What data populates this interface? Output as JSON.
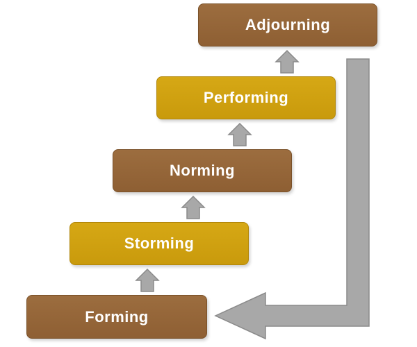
{
  "diagram": {
    "stages": [
      {
        "label": "Forming",
        "color": "#8e5f33"
      },
      {
        "label": "Storming",
        "color": "#c99a0c"
      },
      {
        "label": "Norming",
        "color": "#8e5f33"
      },
      {
        "label": "Performing",
        "color": "#c99a0c"
      },
      {
        "label": "Adjourning",
        "color": "#8e5f33"
      }
    ],
    "arrow_color": "#a8a8a8",
    "arrow_stroke": "#8a8a8a"
  }
}
